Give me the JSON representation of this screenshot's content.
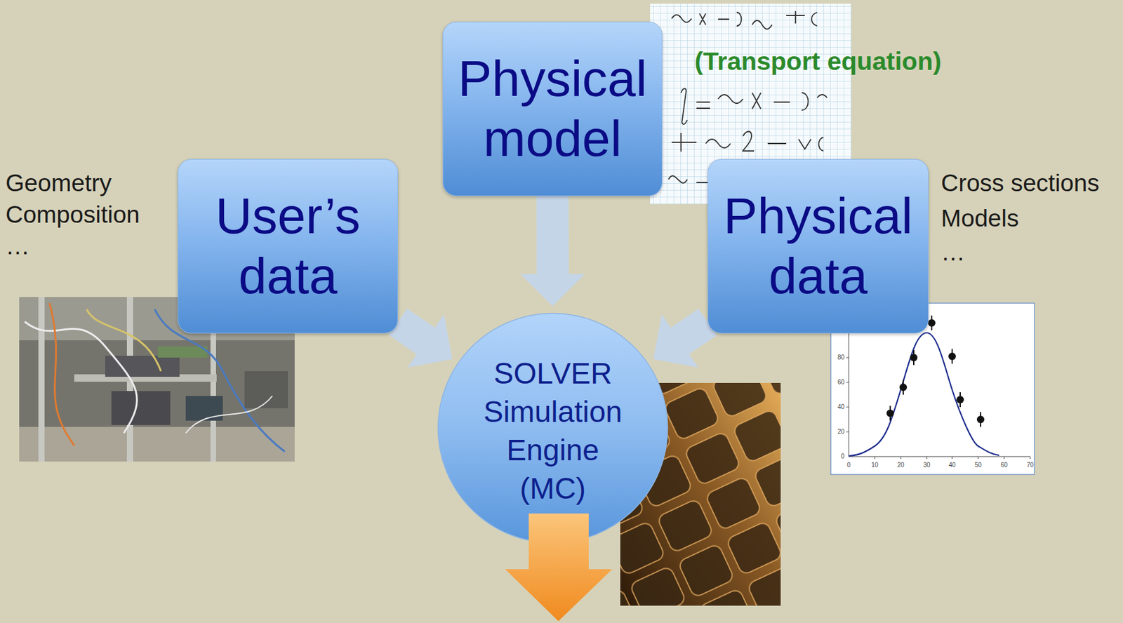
{
  "diagram": {
    "nodes": [
      {
        "text": [
          "User’s data"
        ]
      },
      {
        "text": [
          "Physical model"
        ]
      },
      {
        "text": [
          "Physical data"
        ]
      },
      {
        "text": [
          "SOLVER Simulation Engine (MC)"
        ]
      }
    ],
    "edges": [
      {
        "from": 0,
        "to": 3,
        "arrow": "to"
      },
      {
        "from": 1,
        "to": 3,
        "arrow": "to"
      },
      {
        "from": 2,
        "to": 3,
        "arrow": "to"
      }
    ],
    "labels": [
      "(Transport equation)",
      "Geometry",
      "Composition",
      "…",
      "Cross sections",
      "Models",
      "…",
      "0",
      "10",
      "20",
      "30",
      "40",
      "50",
      "60",
      "70",
      "0",
      "20",
      "40",
      "60",
      "80"
    ]
  }
}
